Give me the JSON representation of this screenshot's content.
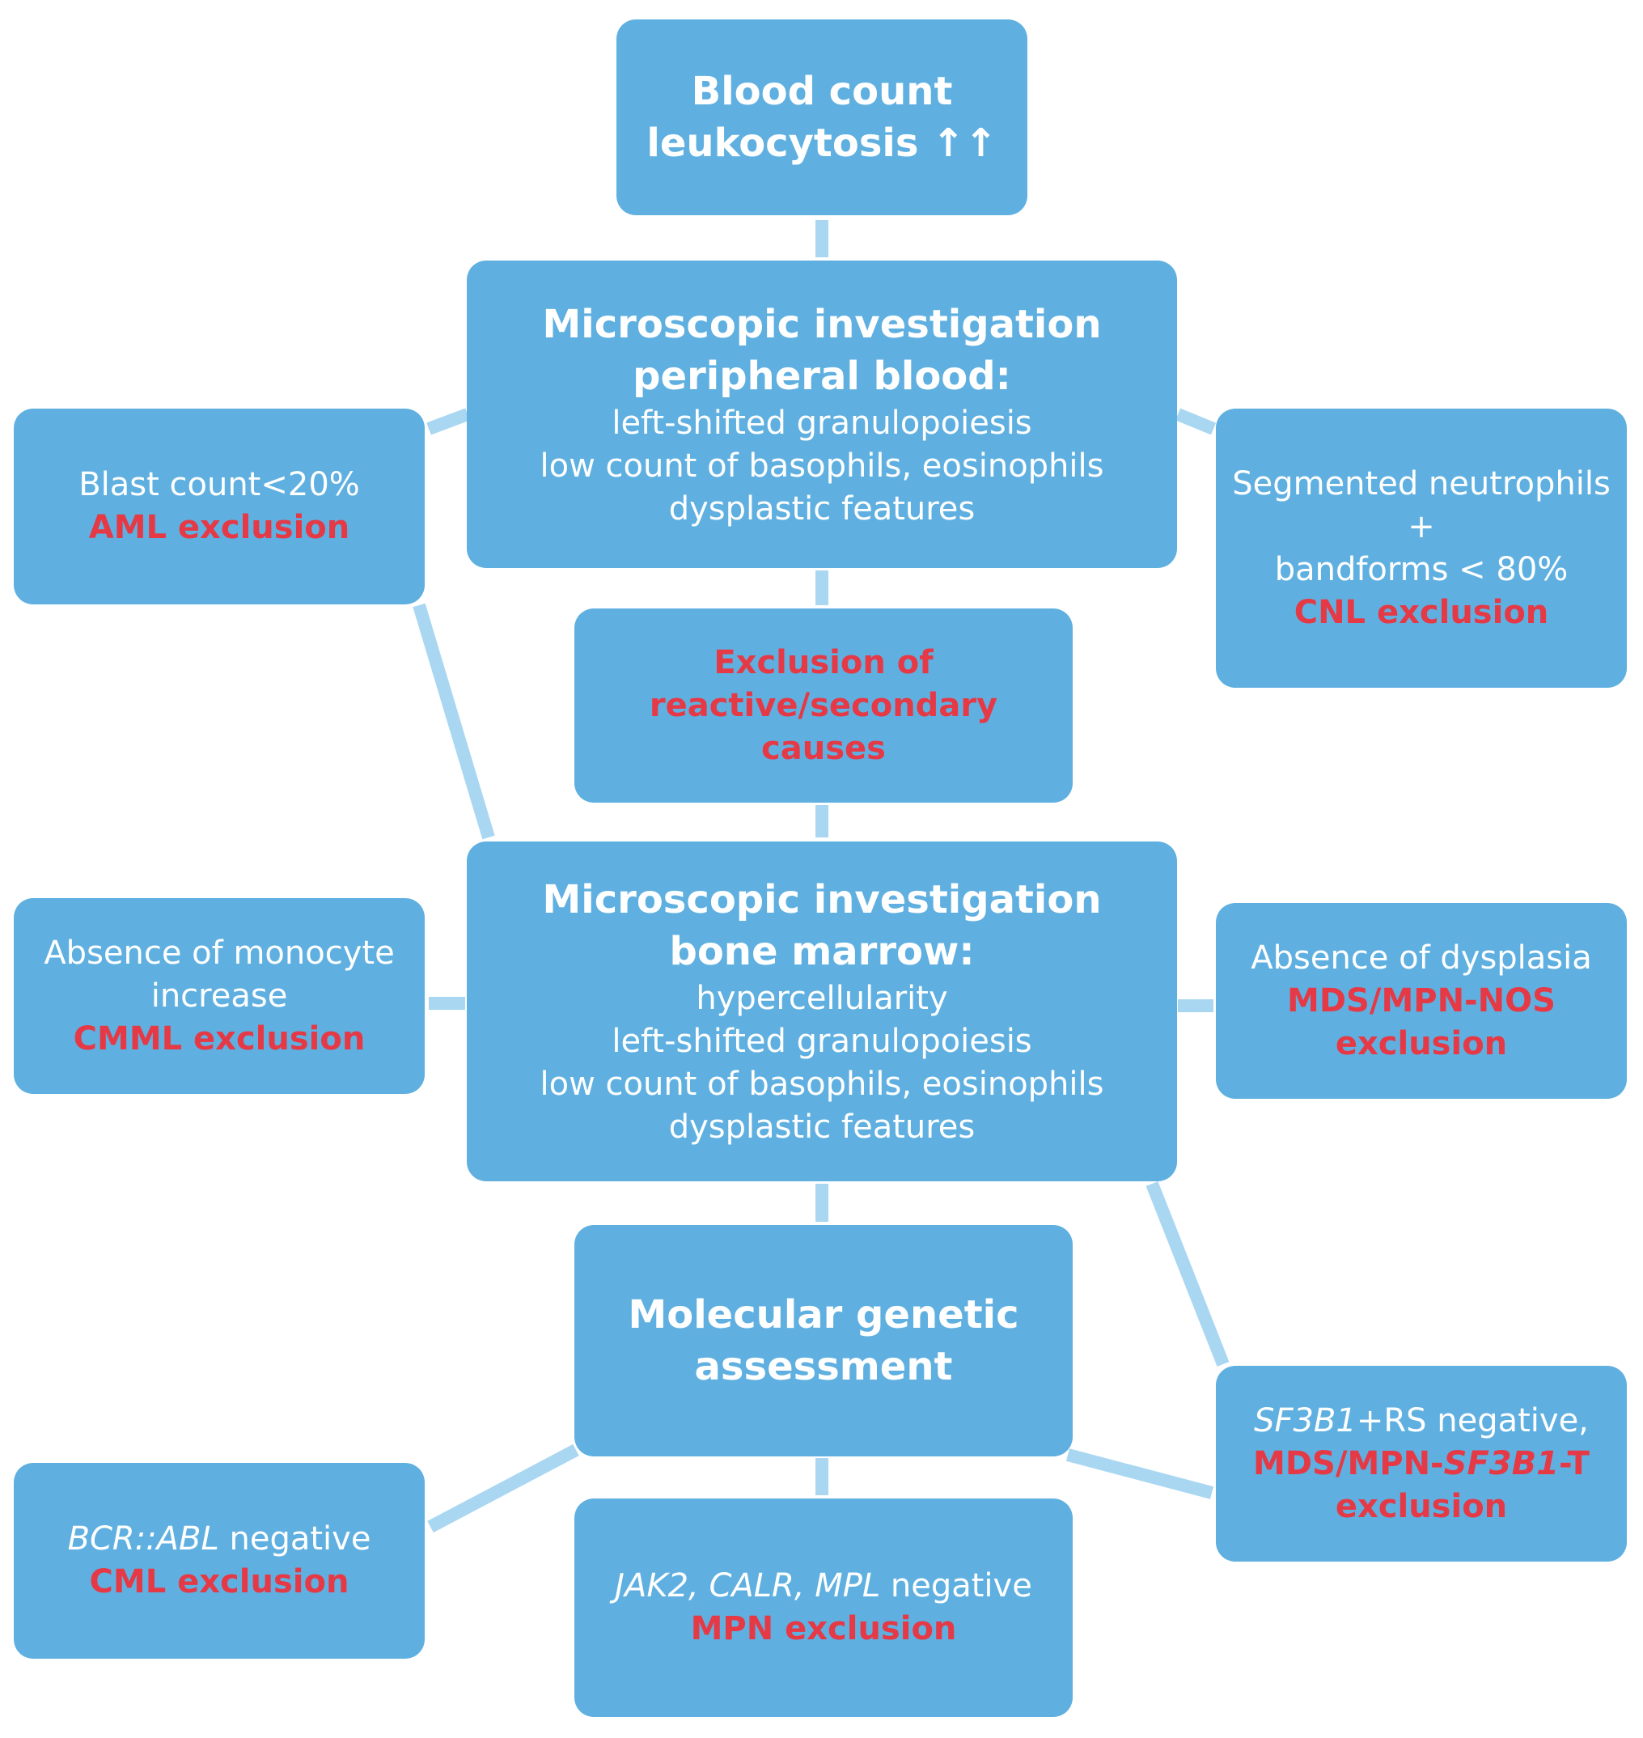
{
  "colors": {
    "box": "#5fb0e0",
    "connector": "#a9d7f2",
    "highlight": "#e63946",
    "text": "#ffffff"
  },
  "blood_count": {
    "line1": "Blood count",
    "line2": "leukocytosis ↑↑"
  },
  "peripheral_blood": {
    "title1": "Microscopic investigation",
    "title2": "peripheral blood:",
    "items": [
      "left-shifted granulopoiesis",
      "low count of basophils, eosinophils",
      "dysplastic features"
    ]
  },
  "aml": {
    "text": "Blast count<20%",
    "exclusion": "AML exclusion"
  },
  "cnl": {
    "line1": "Segmented neutrophils +",
    "line2": "bandforms < 80%",
    "exclusion": "CNL exclusion"
  },
  "reactive": {
    "line1": "Exclusion of",
    "line2": "reactive/secondary",
    "line3": "causes"
  },
  "bone_marrow": {
    "title1": "Microscopic investigation",
    "title2": "bone marrow:",
    "items": [
      "hypercellularity",
      "left-shifted granulopoiesis",
      "low count of basophils, eosinophils",
      "dysplastic features"
    ]
  },
  "cmml": {
    "line1": "Absence of monocyte",
    "line2": "increase",
    "exclusion": "CMML exclusion"
  },
  "mds_nos": {
    "text": "Absence of dysplasia",
    "exclusion1": "MDS/MPN-NOS",
    "exclusion2": "exclusion"
  },
  "molecular": {
    "line1": "Molecular genetic",
    "line2": "assessment"
  },
  "sf3b1": {
    "gene": "SF3B1",
    "rest": "+RS negative,",
    "excl_prefix": "MDS/MPN-",
    "excl_gene": "SF3B1",
    "excl_suffix": "-T",
    "exclusion2": "exclusion"
  },
  "cml": {
    "gene": "BCR::ABL",
    "rest": " negative",
    "exclusion": "CML exclusion"
  },
  "mpn": {
    "genes": "JAK2, CALR, MPL",
    "rest": " negative",
    "exclusion": "MPN exclusion"
  }
}
